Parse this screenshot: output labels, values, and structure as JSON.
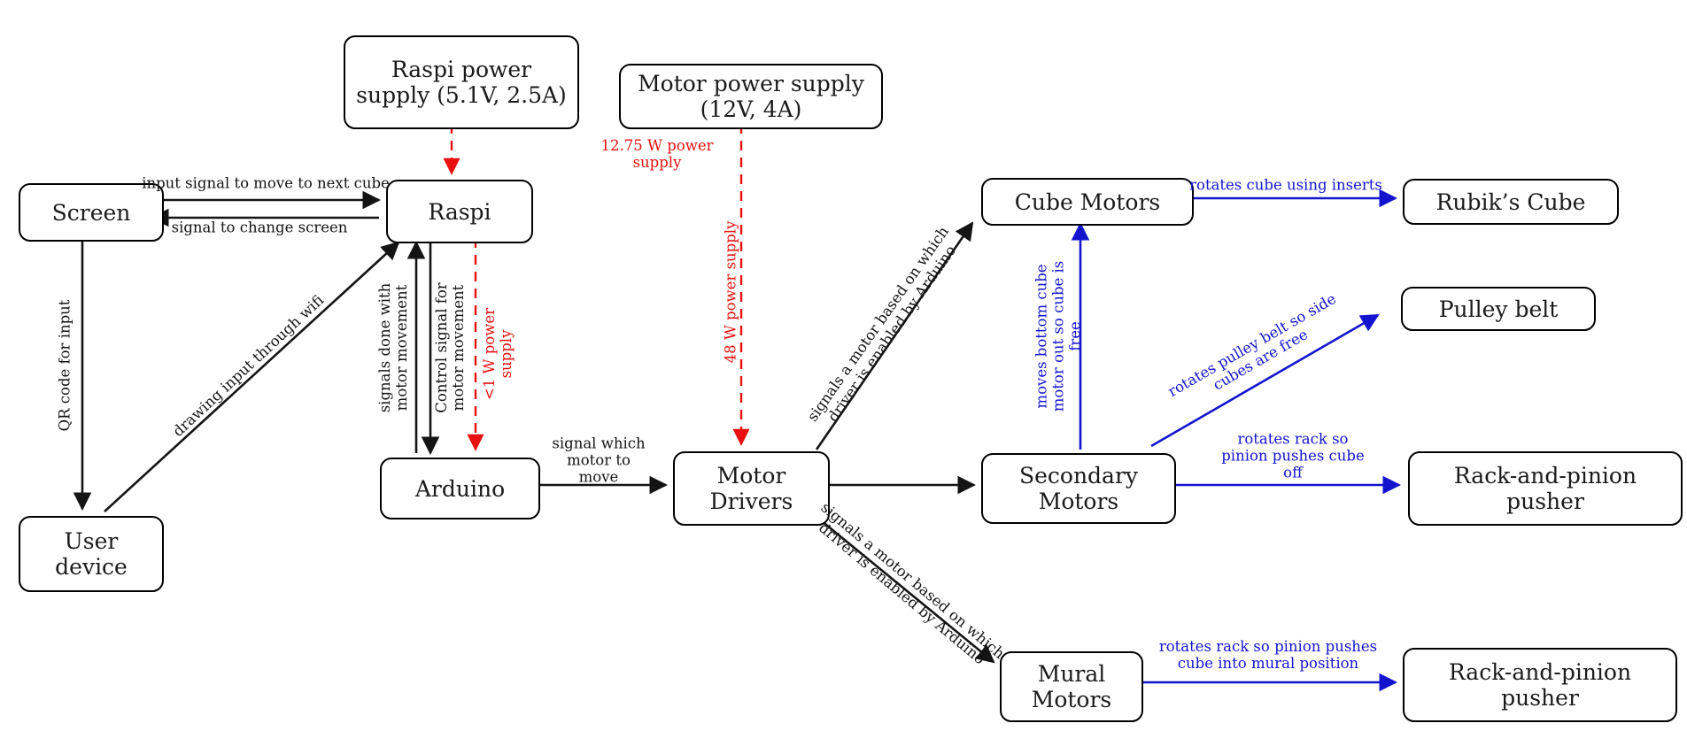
{
  "diagram": {
    "colors": {
      "node_border": "#000000",
      "signal_black": "#141414",
      "power_red": "#e81010",
      "action_blue": "#1414cf"
    },
    "nodes": {
      "raspi_power_supply": {
        "label": "Raspi power supply (5.1V, 2.5A)"
      },
      "motor_power_supply": {
        "label": "Motor power supply (12V, 4A)"
      },
      "screen": {
        "label": "Screen"
      },
      "raspi": {
        "label": "Raspi"
      },
      "cube_motors": {
        "label": "Cube Motors"
      },
      "rubiks_cube": {
        "label": "Rubik’s Cube"
      },
      "pulley_belt": {
        "label": "Pulley belt"
      },
      "arduino": {
        "label": "Arduino"
      },
      "motor_drivers": {
        "label": "Motor Drivers"
      },
      "secondary_motors": {
        "label": "Secondary Motors"
      },
      "rack_pinion_pusher_top": {
        "label": "Rack-and-pinion pusher"
      },
      "user_device": {
        "label": "User device"
      },
      "mural_motors": {
        "label": "Mural Motors"
      },
      "rack_pinion_pusher_bottom": {
        "label": "Rack-and-pinion pusher"
      }
    },
    "edge_labels": {
      "raspi_power": {
        "text": "12.75 W power supply",
        "color": "#e81010"
      },
      "motor_power": {
        "text": "48 W power supply",
        "color": "#e81010"
      },
      "arduino_power": {
        "text": "<1 W power supply",
        "color": "#e81010"
      },
      "screen_to_raspi": {
        "text": "input signal to move to next cube",
        "color": "#141414"
      },
      "raspi_to_screen": {
        "text": "signal to change screen",
        "color": "#141414"
      },
      "qr_code": {
        "text": "QR code for input",
        "color": "#141414"
      },
      "wifi": {
        "text": "drawing input through wifi",
        "color": "#141414"
      },
      "signals_done": {
        "text": "signals done with motor movement",
        "color": "#141414"
      },
      "control_signal": {
        "text": "Control signal for motor movement",
        "color": "#141414"
      },
      "which_motor": {
        "text": "signal which motor to move",
        "color": "#141414"
      },
      "cube_signal": {
        "text": "signals a motor based on which driver is enabled by Arduino",
        "color": "#141414"
      },
      "mural_signal": {
        "text": "signals a motor based on which driver is enabled by Arduino",
        "color": "#141414"
      },
      "rotates_inserts": {
        "text": "rotates cube using inserts",
        "color": "#1414cf"
      },
      "moves_bottom": {
        "text": "moves bottom cube motor out so cube is free",
        "color": "#1414cf"
      },
      "pulley": {
        "text": "rotates pulley belt so side cubes are free",
        "color": "#1414cf"
      },
      "rack_off": {
        "text": "rotates rack so pinion pushes cube off",
        "color": "#1414cf"
      },
      "rack_mural": {
        "text": "rotates rack so pinion pushes cube into mural position",
        "color": "#1414cf"
      }
    }
  }
}
